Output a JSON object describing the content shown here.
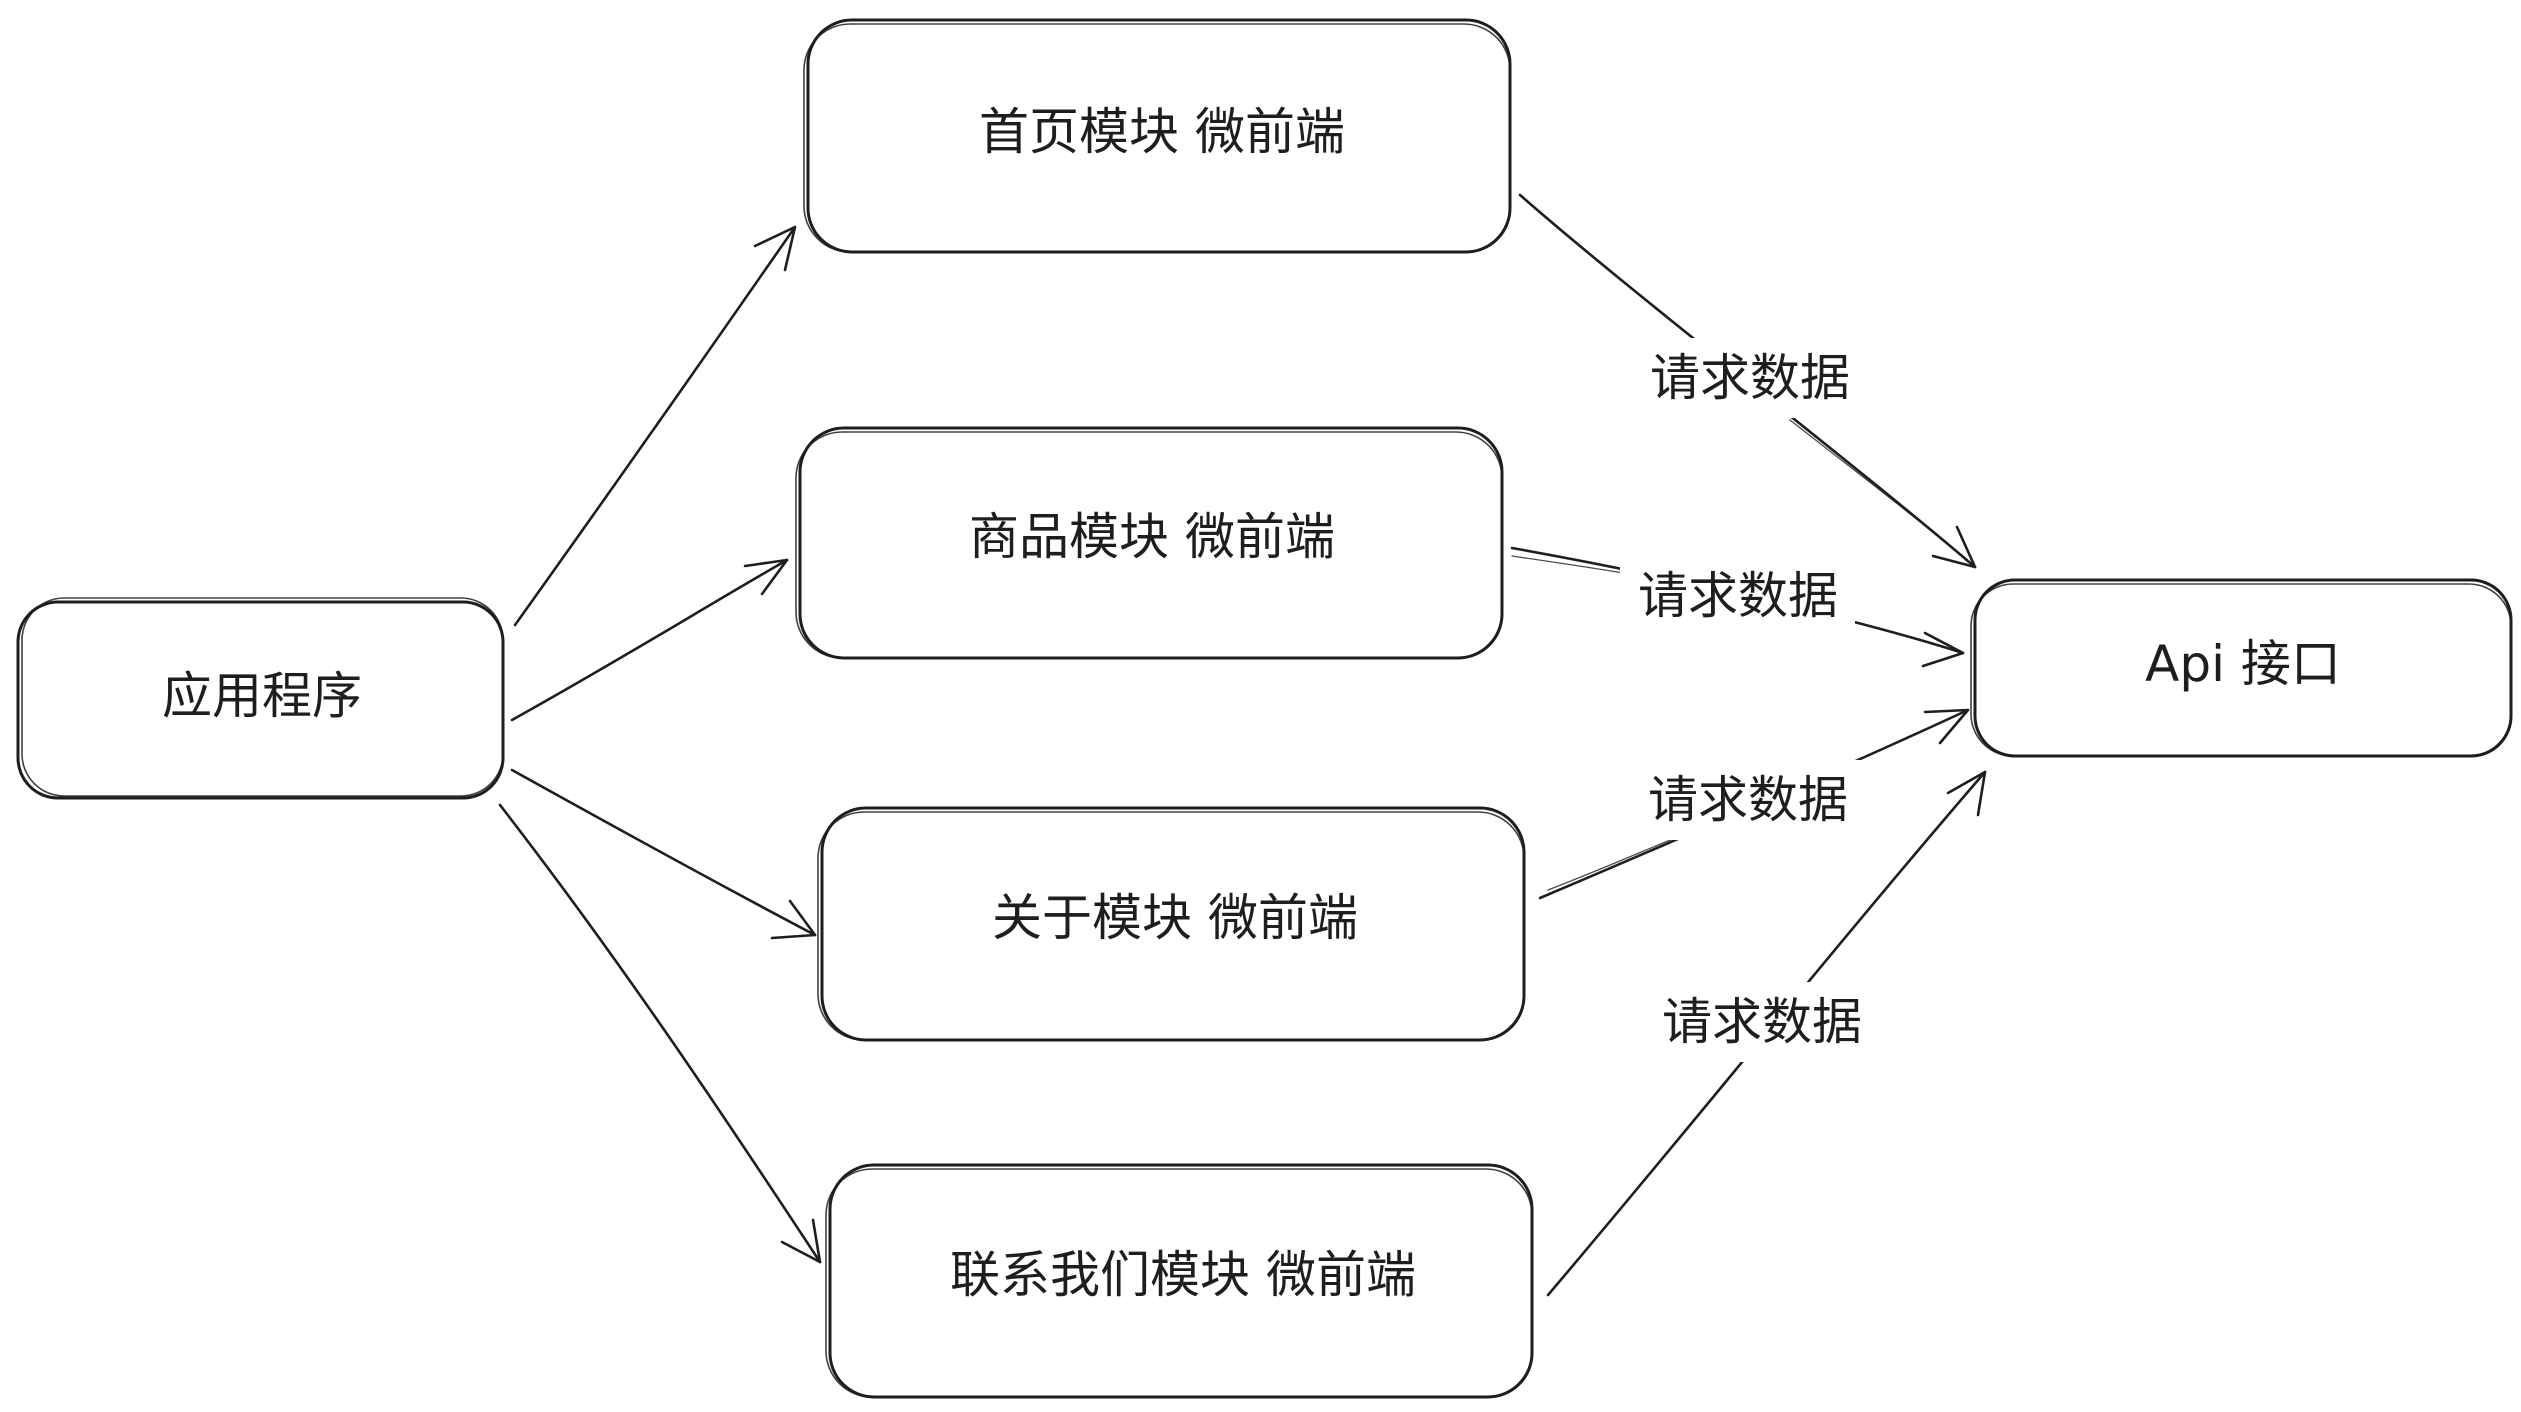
{
  "nodes": {
    "app": {
      "label": "应用程序"
    },
    "home": {
      "label": "首页模块 微前端"
    },
    "goods": {
      "label": "商品模块 微前端"
    },
    "about": {
      "label": "关于模块 微前端"
    },
    "contact": {
      "label": "联系我们模块 微前端"
    },
    "api": {
      "label": "Api 接口"
    }
  },
  "edges": [
    {
      "from": "app",
      "to": "home",
      "label": ""
    },
    {
      "from": "app",
      "to": "goods",
      "label": ""
    },
    {
      "from": "app",
      "to": "about",
      "label": ""
    },
    {
      "from": "app",
      "to": "contact",
      "label": ""
    },
    {
      "from": "home",
      "to": "api",
      "label": "请求数据"
    },
    {
      "from": "goods",
      "to": "api",
      "label": "请求数据"
    },
    {
      "from": "about",
      "to": "api",
      "label": "请求数据"
    },
    {
      "from": "contact",
      "to": "api",
      "label": "请求数据"
    }
  ],
  "colors": {
    "stroke": "#1e1e1e",
    "background": "#ffffff"
  }
}
